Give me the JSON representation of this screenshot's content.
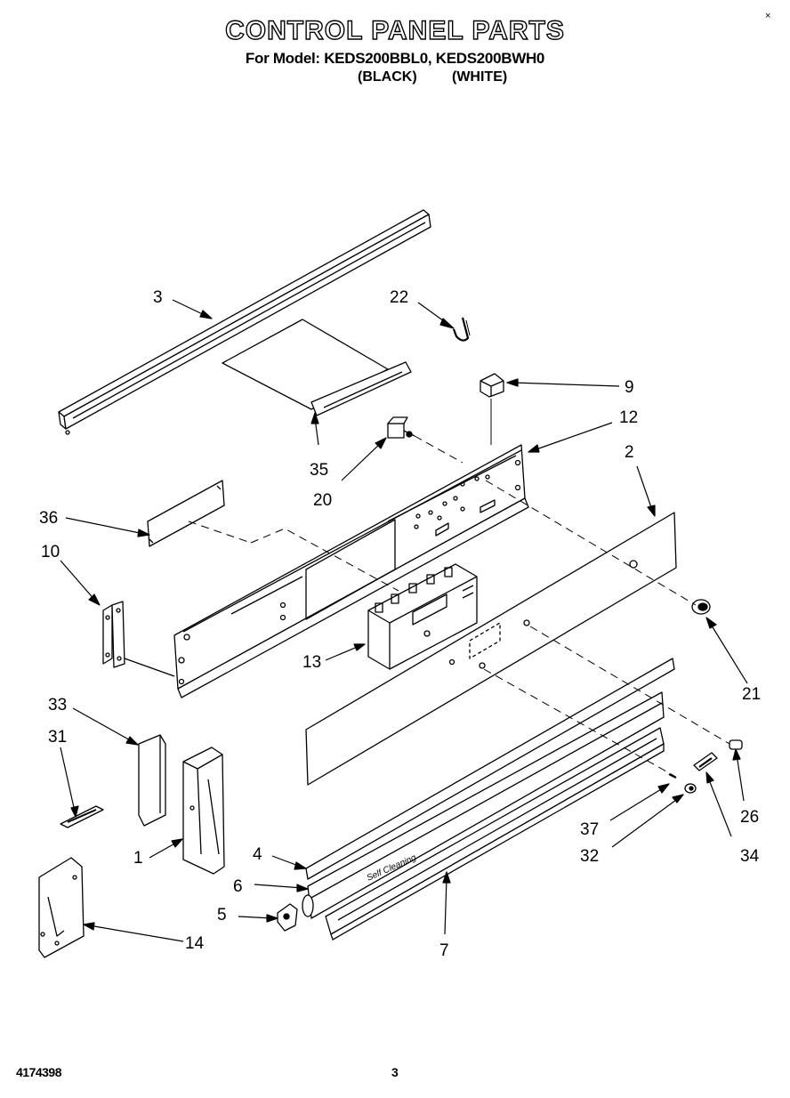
{
  "header": {
    "title": "CONTROL PANEL PARTS",
    "subtitle": "For Model: KEDS200BBL0, KEDS200BWH0",
    "variant_black": "(BLACK)",
    "variant_white": "(WHITE)"
  },
  "footer": {
    "doc_number": "4174398",
    "page": "3",
    "corner_mark": "×"
  },
  "panel_text": "Self Cleaning",
  "parts": [
    "1",
    "2",
    "3",
    "4",
    "5",
    "6",
    "7",
    "9",
    "10",
    "12",
    "13",
    "14",
    "20",
    "21",
    "22",
    "26",
    "31",
    "32",
    "33",
    "34",
    "35",
    "36",
    "37"
  ]
}
